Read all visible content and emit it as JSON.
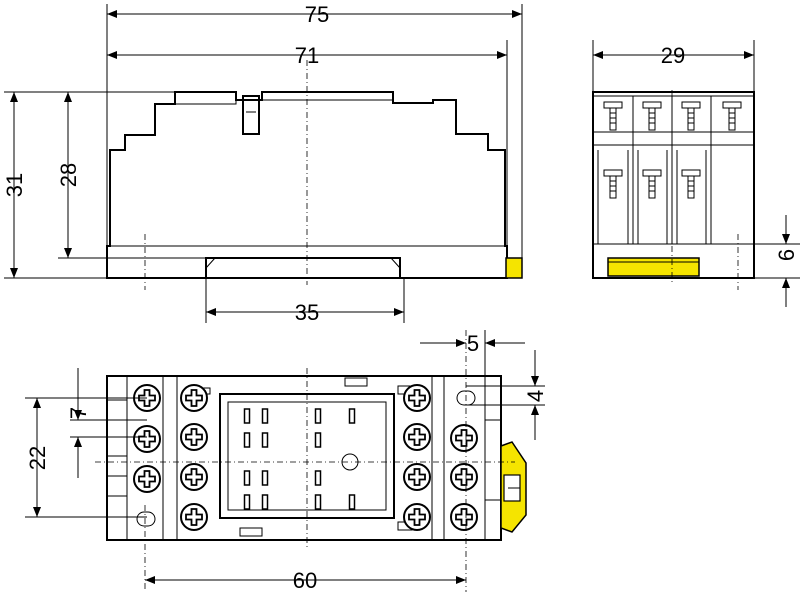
{
  "colors": {
    "line": "#000000",
    "background": "#ffffff",
    "accent_yellow": "#f5e400"
  },
  "dimensions": {
    "overall_length": "75",
    "body_length": "71",
    "rail_width": "35",
    "overall_height": "31",
    "body_height": "28",
    "depth": "29",
    "clip_height": "6",
    "mounting_hole_spacing": "60",
    "terminal_span": "22",
    "terminal_pitch": "7",
    "hole_offset": "5",
    "hole_size": "4"
  }
}
